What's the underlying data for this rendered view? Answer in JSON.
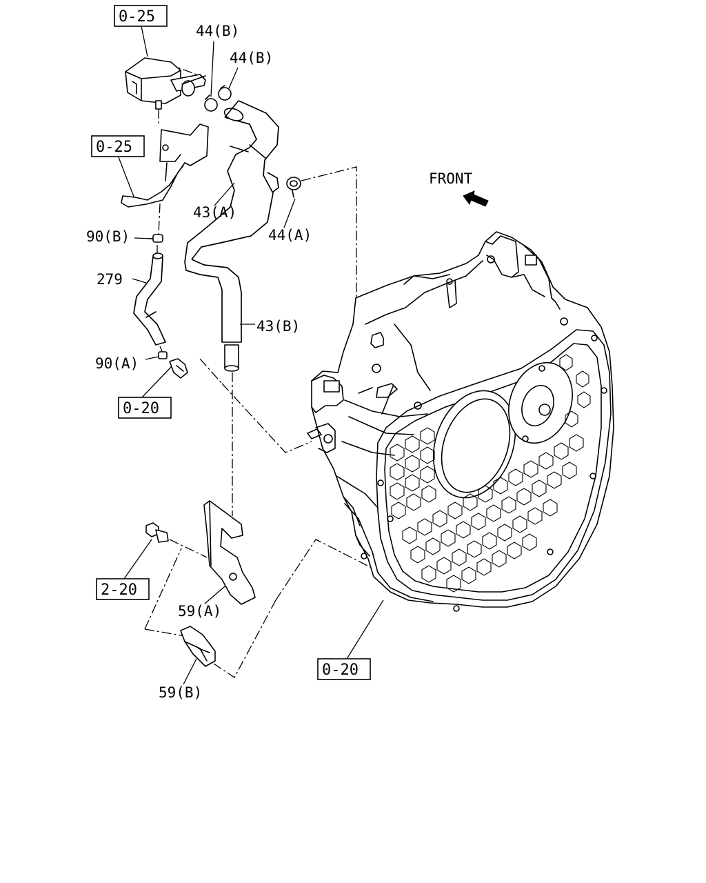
{
  "diagram": {
    "direction_label": "FRONT",
    "ref_boxes": {
      "top_sensor": "0-25",
      "bracket": "0-25",
      "clip_left": "0-20",
      "bolt": "2-20",
      "housing": "0-20"
    },
    "part_labels": {
      "clamp_44b_1": "44(B)",
      "clamp_44b_2": "44(B)",
      "clamp_44a": "44(A)",
      "hose_43a": "43(A)",
      "hose_43b": "43(B)",
      "clip_90b": "90(B)",
      "hose_279": "279",
      "clip_90a": "90(A)",
      "bracket_59a": "59(A)",
      "bracket_59b": "59(B)"
    }
  }
}
